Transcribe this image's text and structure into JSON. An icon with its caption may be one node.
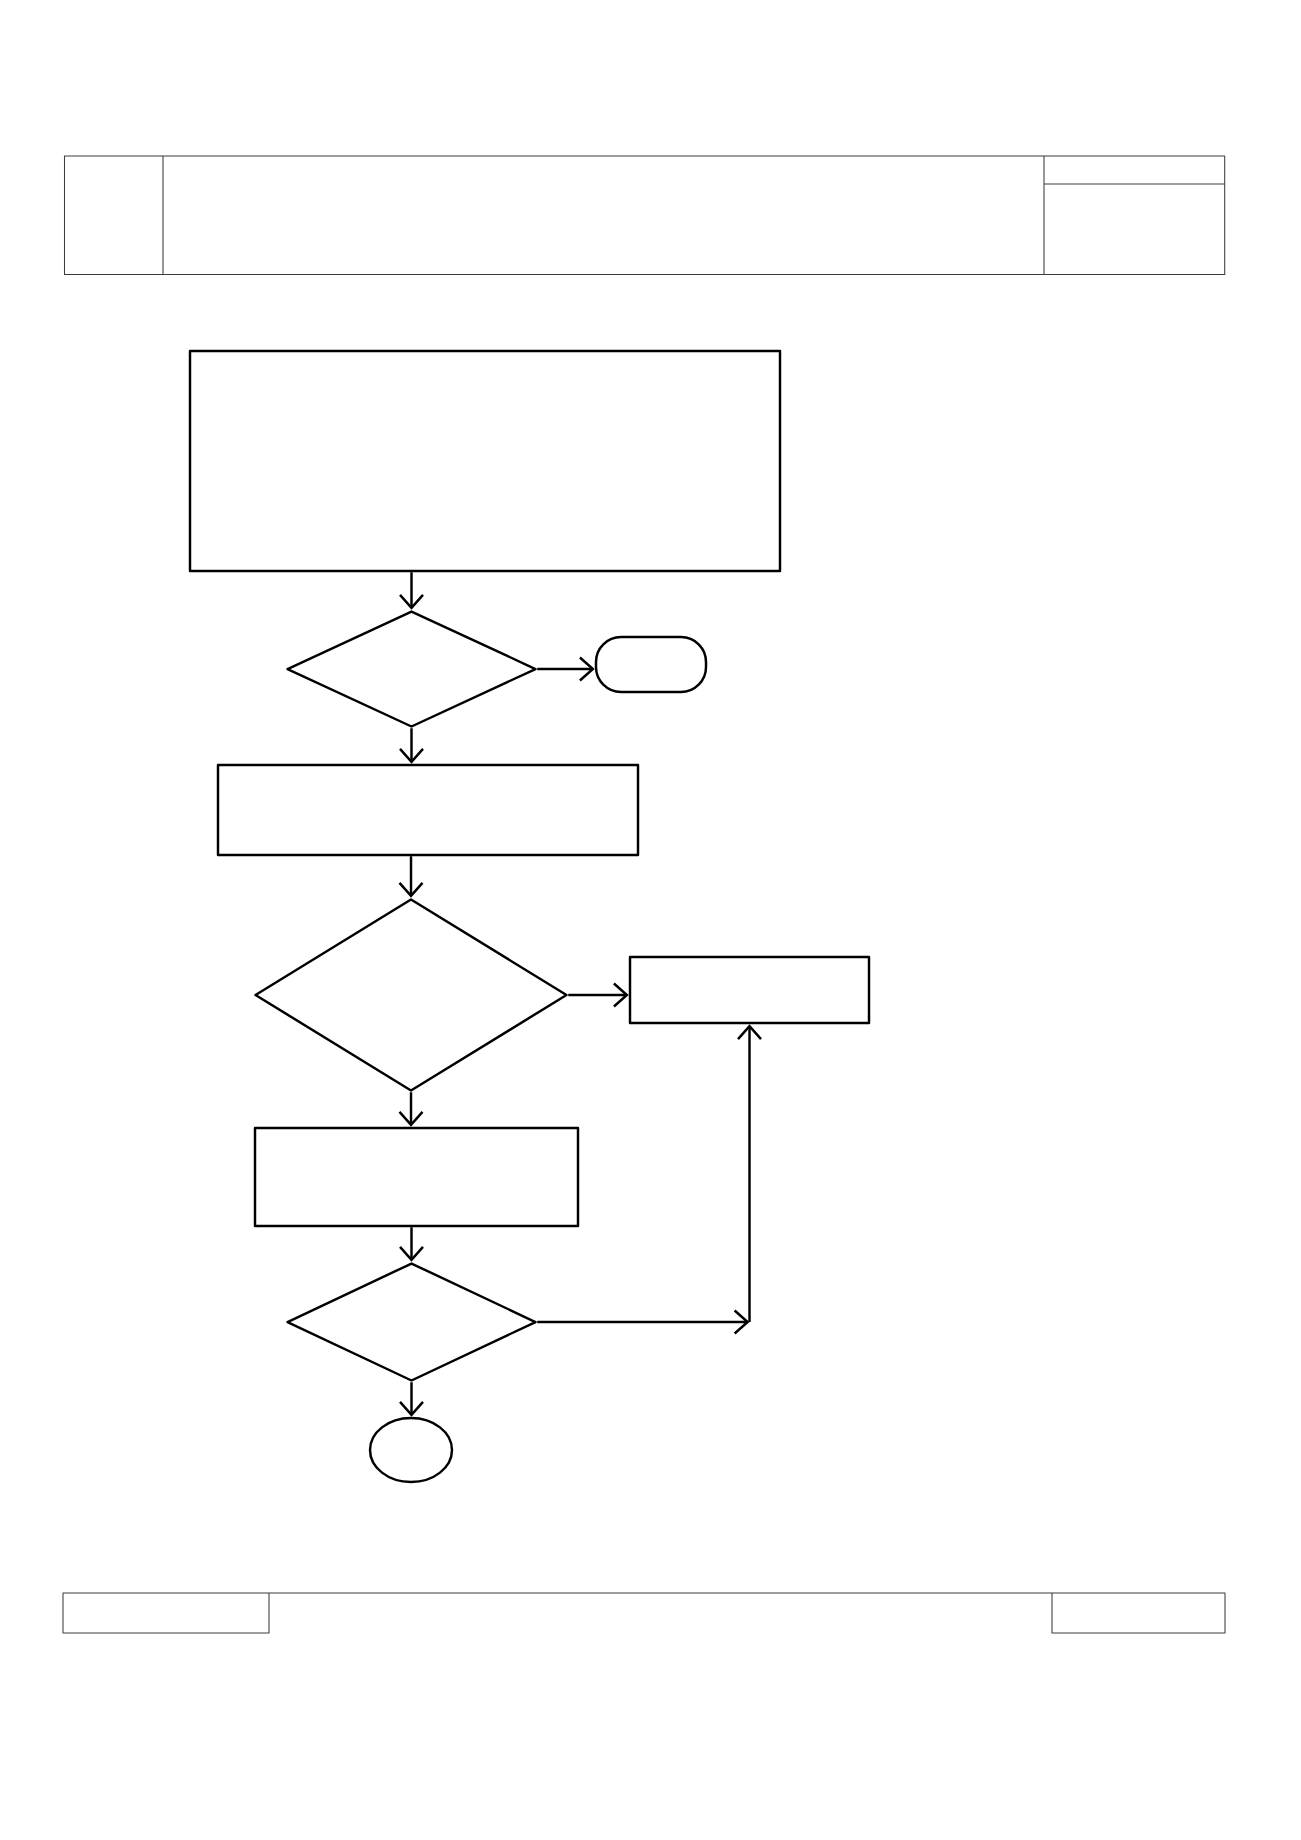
{
  "diagram": {
    "nodes": [
      {
        "text": [],
        "shape": "box"
      },
      {
        "text": [],
        "shape": "diamond"
      },
      {
        "text": [],
        "shape": "pill"
      },
      {
        "text": [],
        "shape": "box"
      },
      {
        "text": [],
        "shape": "diamond"
      },
      {
        "text": [],
        "shape": "box"
      },
      {
        "text": [],
        "shape": "box"
      },
      {
        "text": [],
        "shape": "diamond"
      },
      {
        "text": [],
        "shape": "ellipse"
      }
    ],
    "edges": [
      {
        "from": 0,
        "to": 1,
        "arrow": "to"
      },
      {
        "from": 1,
        "to": 2,
        "arrow": "to"
      },
      {
        "from": 1,
        "to": 3,
        "arrow": "to"
      },
      {
        "from": 3,
        "to": 4,
        "arrow": "to"
      },
      {
        "from": 4,
        "to": 5,
        "arrow": "to"
      },
      {
        "from": 4,
        "to": 6,
        "arrow": "to"
      },
      {
        "from": 6,
        "to": 7,
        "arrow": "to"
      },
      {
        "from": 7,
        "to": 5,
        "arrow": "to"
      },
      {
        "from": 7,
        "to": 8,
        "arrow": "to"
      }
    ]
  }
}
